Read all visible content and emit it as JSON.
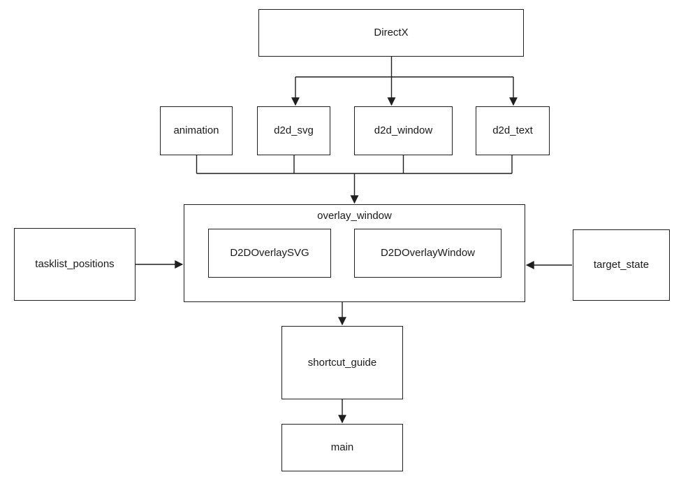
{
  "diagram": {
    "type": "dependency-flowchart",
    "nodes": {
      "directx": {
        "label": "DirectX"
      },
      "animation": {
        "label": "animation"
      },
      "d2d_svg": {
        "label": "d2d_svg"
      },
      "d2d_window": {
        "label": "d2d_window"
      },
      "d2d_text": {
        "label": "d2d_text"
      },
      "overlay_window": {
        "label": "overlay_window"
      },
      "d2d_overlay_svg": {
        "label": "D2DOverlaySVG"
      },
      "d2d_overlay_window": {
        "label": "D2DOverlayWindow"
      },
      "tasklist_positions": {
        "label": "tasklist_positions"
      },
      "target_state": {
        "label": "target_state"
      },
      "shortcut_guide": {
        "label": "shortcut_guide"
      },
      "main": {
        "label": "main"
      }
    },
    "edges": [
      {
        "from": "DirectX",
        "to": "d2d_svg"
      },
      {
        "from": "DirectX",
        "to": "d2d_window"
      },
      {
        "from": "DirectX",
        "to": "d2d_text"
      },
      {
        "from": "animation",
        "to": "overlay_window"
      },
      {
        "from": "d2d_svg",
        "to": "overlay_window"
      },
      {
        "from": "d2d_window",
        "to": "overlay_window"
      },
      {
        "from": "d2d_text",
        "to": "overlay_window"
      },
      {
        "from": "tasklist_positions",
        "to": "overlay_window"
      },
      {
        "from": "target_state",
        "to": "overlay_window"
      },
      {
        "from": "overlay_window",
        "to": "shortcut_guide"
      },
      {
        "from": "shortcut_guide",
        "to": "main"
      }
    ],
    "colors": {
      "line": "#1f1f1f",
      "text": "#1a1a1a",
      "background": "#ffffff"
    }
  }
}
